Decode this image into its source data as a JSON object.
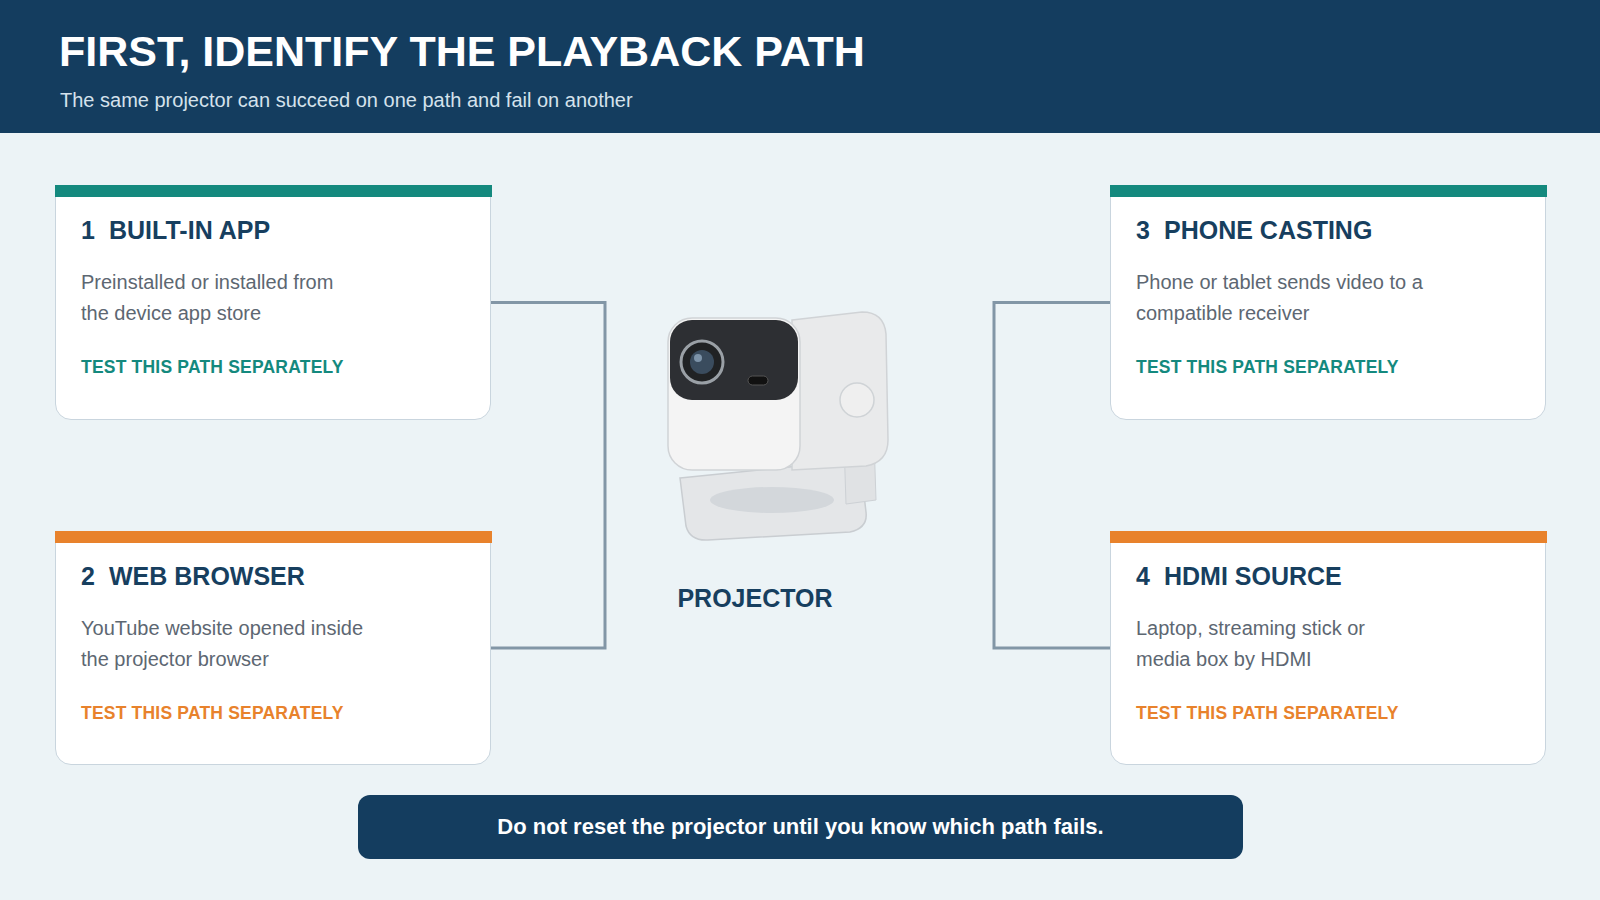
{
  "diagram": {
    "title": "FIRST, IDENTIFY THE PLAYBACK PATH",
    "nodes": [
      {
        "text": [
          "1",
          "BUILT-IN APP",
          "Preinstalled or installed from the device app store",
          "TEST THIS PATH SEPARATELY"
        ]
      },
      {
        "text": [
          "2",
          "WEB BROWSER",
          "YouTube website opened inside the projector browser",
          "TEST THIS PATH SEPARATELY"
        ]
      },
      {
        "text": [
          "3",
          "PHONE CASTING",
          "Phone or tablet sends video to a compatible receiver",
          "TEST THIS PATH SEPARATELY"
        ]
      },
      {
        "text": [
          "4",
          "HDMI SOURCE",
          "Laptop, streaming stick or media box by HDMI",
          "TEST THIS PATH SEPARATELY"
        ]
      },
      {
        "text": [
          "PROJECTOR"
        ]
      },
      {
        "text": [
          "Do not reset the projector until you know which path fails."
        ]
      }
    ],
    "edges": [
      {
        "from": 0,
        "to": 4,
        "arrow": "none"
      },
      {
        "from": 1,
        "to": 4,
        "arrow": "none"
      },
      {
        "from": 2,
        "to": 4,
        "arrow": "none"
      },
      {
        "from": 3,
        "to": 4,
        "arrow": "none"
      }
    ],
    "labels": [
      "The same projector can succeed on one path and fail on another"
    ]
  }
}
